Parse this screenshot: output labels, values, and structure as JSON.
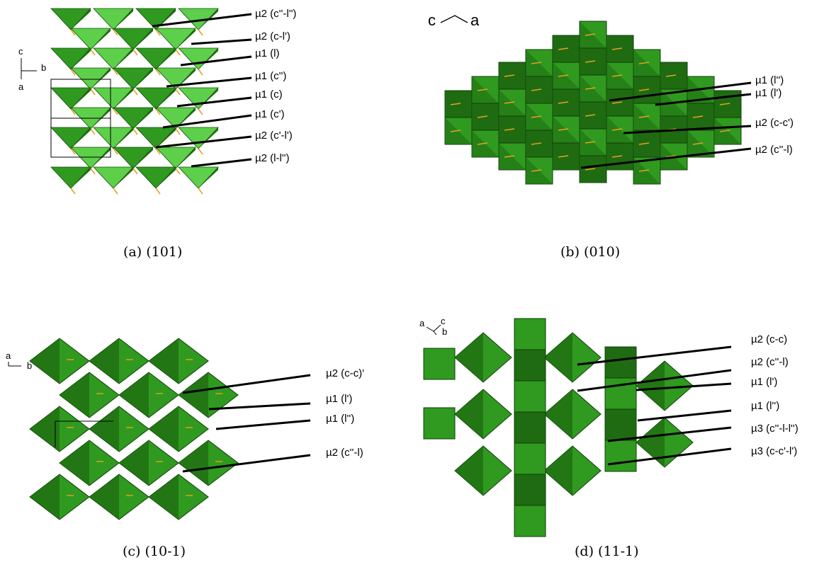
{
  "panels": [
    {
      "caption": "(a) (101)",
      "axes": {
        "up": "c",
        "right": "b",
        "down": "a"
      },
      "labels": [
        "µ2 (c''-l'')",
        "µ2 (c-l')",
        "µ1 (l)",
        "µ1 (c'')",
        "µ1 (c)",
        "µ1 (c')",
        "µ2 (c'-l')",
        "µ2 (l-l'')"
      ]
    },
    {
      "caption": "(b) (010)",
      "axes": {
        "left": "c",
        "right": "a"
      },
      "labels": [
        "µ1 (l'')",
        "µ1 (l')",
        "µ2 (c-c')",
        "µ2 (c''-l)"
      ]
    },
    {
      "caption": "(c) (10-1)",
      "axes": {
        "up": "a",
        "right": "b"
      },
      "labels": [
        "µ2 (c-c)'",
        "µ1 (l')",
        "µ1 (l'')",
        "µ2 (c''-l)"
      ]
    },
    {
      "caption": "(d) (11-1)",
      "axes": {
        "a": "a",
        "c": "c",
        "b": "b"
      },
      "labels": [
        "µ2 (c-c)",
        "µ2 (c''-l)",
        "µ1 (l')",
        "µ1 (l'')",
        "µ3 (c''-l-l'')",
        "µ3 (c-c'-l')"
      ]
    }
  ],
  "colors": {
    "dark_green": "#1f6b12",
    "mid_green": "#2f9a1f",
    "light_green": "#5ecf4a",
    "bond": "#e8a020",
    "arrow": "#000000"
  }
}
